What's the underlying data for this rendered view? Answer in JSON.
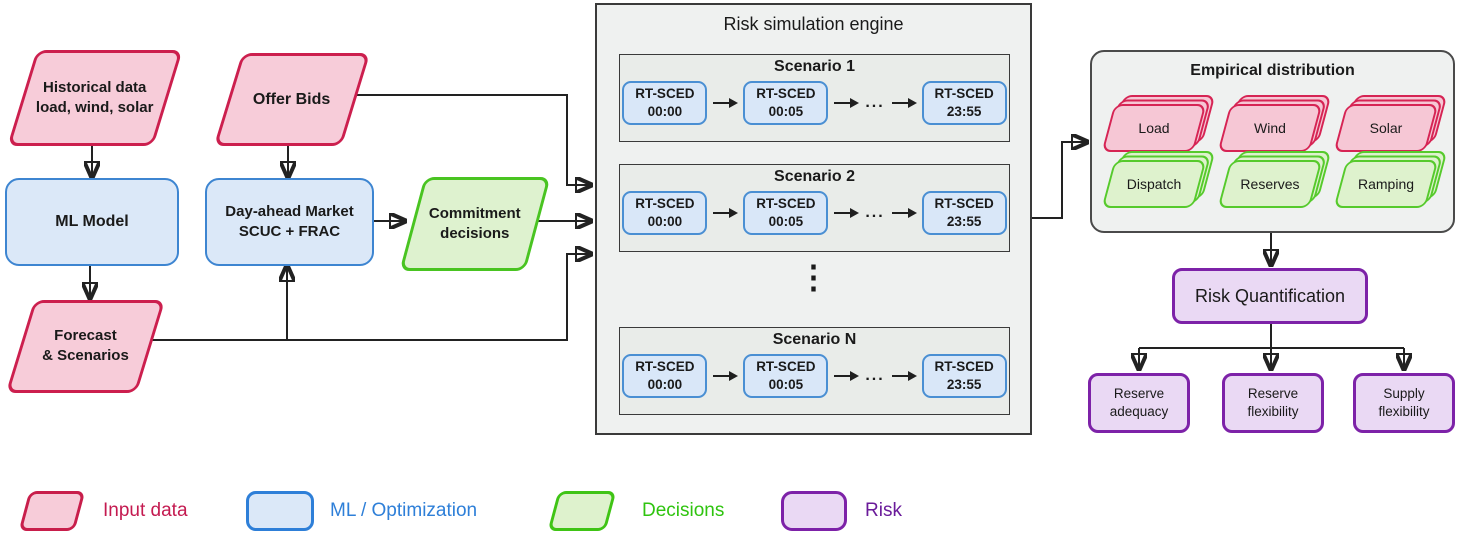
{
  "nodes": {
    "historical_data": {
      "line1": "Historical data",
      "line2": "load, wind, solar"
    },
    "offer_bids": {
      "label": "Offer Bids"
    },
    "ml_model": {
      "label": "ML Model"
    },
    "day_ahead": {
      "line1": "Day-ahead Market",
      "line2": "SCUC + FRAC"
    },
    "commitment": {
      "line1": "Commitment",
      "line2": "decisions"
    },
    "forecast": {
      "line1": "Forecast",
      "line2": "& Scenarios"
    }
  },
  "engine": {
    "title": "Risk simulation engine",
    "ellipsis": "...",
    "vdots": "⋮",
    "scenarios": [
      {
        "title": "Scenario 1",
        "steps": [
          {
            "name": "RT-SCED",
            "time": "00:00"
          },
          {
            "name": "RT-SCED",
            "time": "00:05"
          },
          {
            "name": "RT-SCED",
            "time": "23:55"
          }
        ]
      },
      {
        "title": "Scenario 2",
        "steps": [
          {
            "name": "RT-SCED",
            "time": "00:00"
          },
          {
            "name": "RT-SCED",
            "time": "00:05"
          },
          {
            "name": "RT-SCED",
            "time": "23:55"
          }
        ]
      },
      {
        "title": "Scenario N",
        "steps": [
          {
            "name": "RT-SCED",
            "time": "00:00"
          },
          {
            "name": "RT-SCED",
            "time": "00:05"
          },
          {
            "name": "RT-SCED",
            "time": "23:55"
          }
        ]
      }
    ]
  },
  "empirical": {
    "title": "Empirical distribution",
    "cards": [
      {
        "label": "Load",
        "type": "pink"
      },
      {
        "label": "Wind",
        "type": "pink"
      },
      {
        "label": "Solar",
        "type": "pink"
      },
      {
        "label": "Dispatch",
        "type": "green"
      },
      {
        "label": "Reserves",
        "type": "green"
      },
      {
        "label": "Ramping",
        "type": "green"
      }
    ]
  },
  "risk": {
    "quantification": "Risk Quantification",
    "outputs": [
      {
        "line1": "Reserve",
        "line2": "adequacy"
      },
      {
        "line1": "Reserve",
        "line2": "flexibility"
      },
      {
        "line1": "Supply",
        "line2": "flexibility"
      }
    ]
  },
  "legend": {
    "items": [
      {
        "label": "Input data",
        "text_color": "#c41a50"
      },
      {
        "label": "ML / Optimization",
        "text_color": "#2e7fd8"
      },
      {
        "label": "Decisions",
        "text_color": "#2fc40f"
      },
      {
        "label": "Risk",
        "text_color": "#6a1b9a"
      }
    ]
  },
  "palette": {
    "input_fill": "#f7ccd9",
    "input_border": "#cc1f4e",
    "ml_fill": "#dbe8f8",
    "ml_border": "#3d85d1",
    "decision_fill": "#def2cf",
    "decision_border": "#49c421",
    "risk_fill": "#ead9f4",
    "risk_border": "#7d22a8",
    "panel_fill": "#eff1f0",
    "panel_border": "#3a3a3a",
    "line": "#222222"
  }
}
